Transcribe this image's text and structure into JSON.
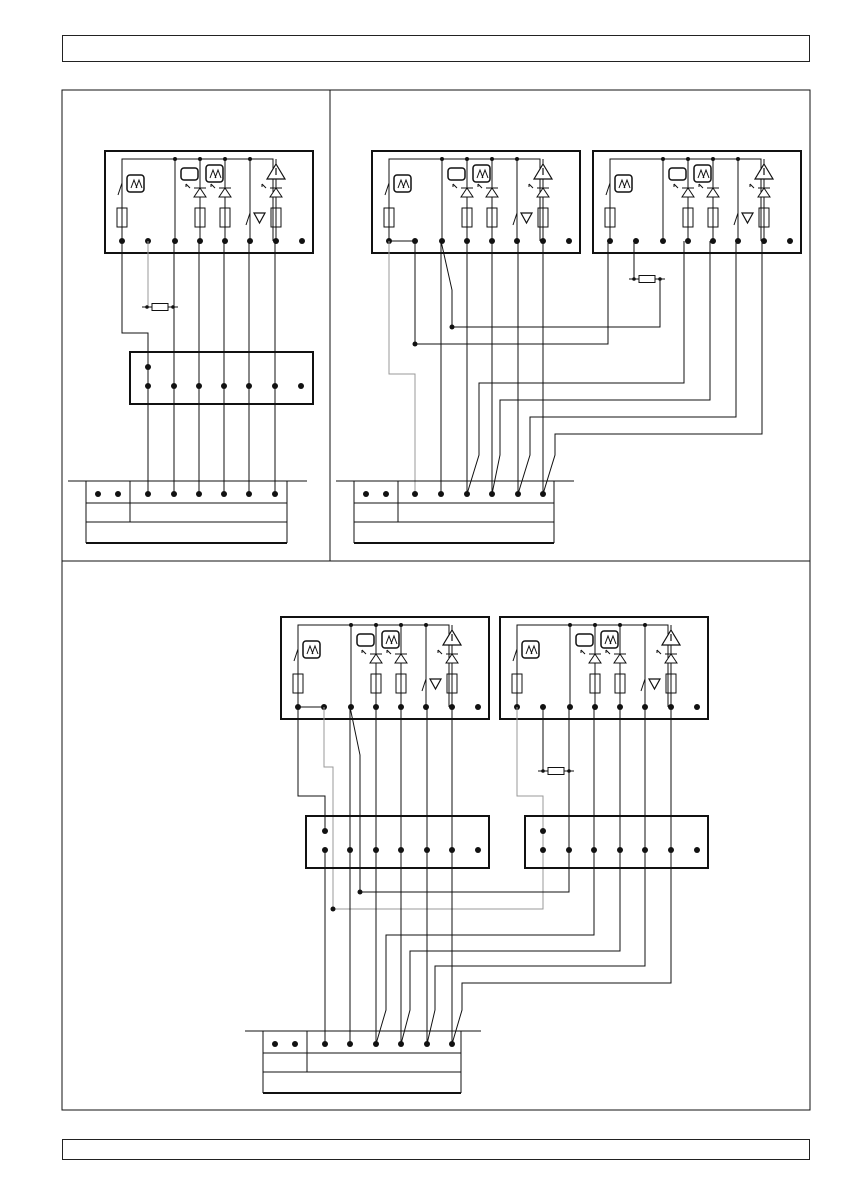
{
  "header": {
    "text": ""
  },
  "footer": {
    "text": ""
  },
  "diagram": {
    "panels": [
      {
        "id": "panel-top-left"
      },
      {
        "id": "panel-top-right"
      },
      {
        "id": "panel-bottom"
      }
    ]
  }
}
